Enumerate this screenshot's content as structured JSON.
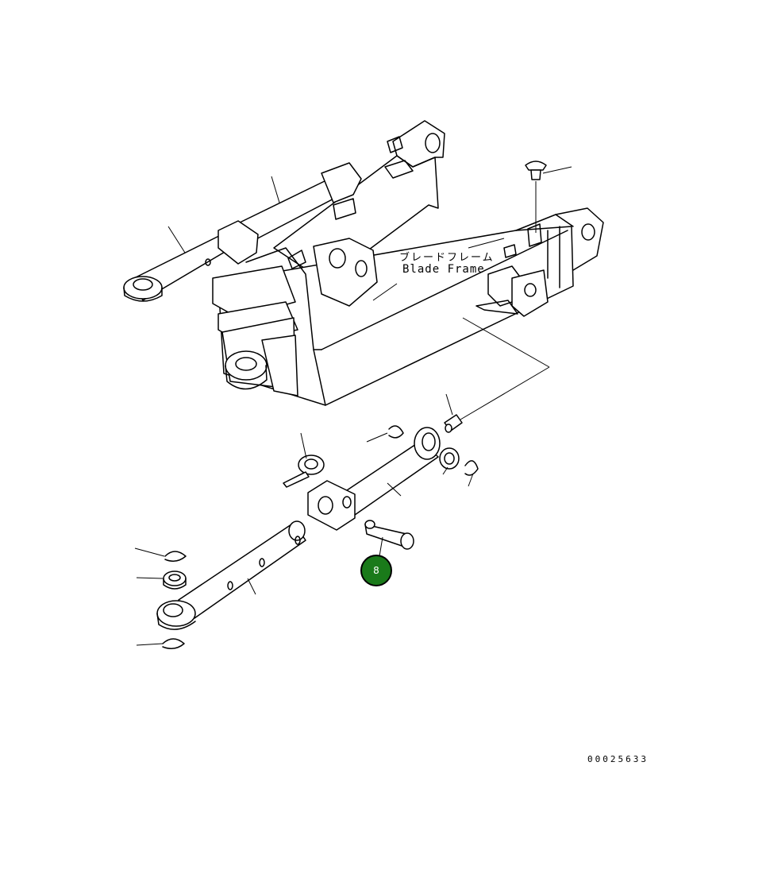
{
  "label_jp": "ブレードフレーム",
  "label_en": "Blade Frame",
  "drawing_number": "00025633",
  "callout": {
    "number": "8",
    "color": "#1a7a1a"
  }
}
